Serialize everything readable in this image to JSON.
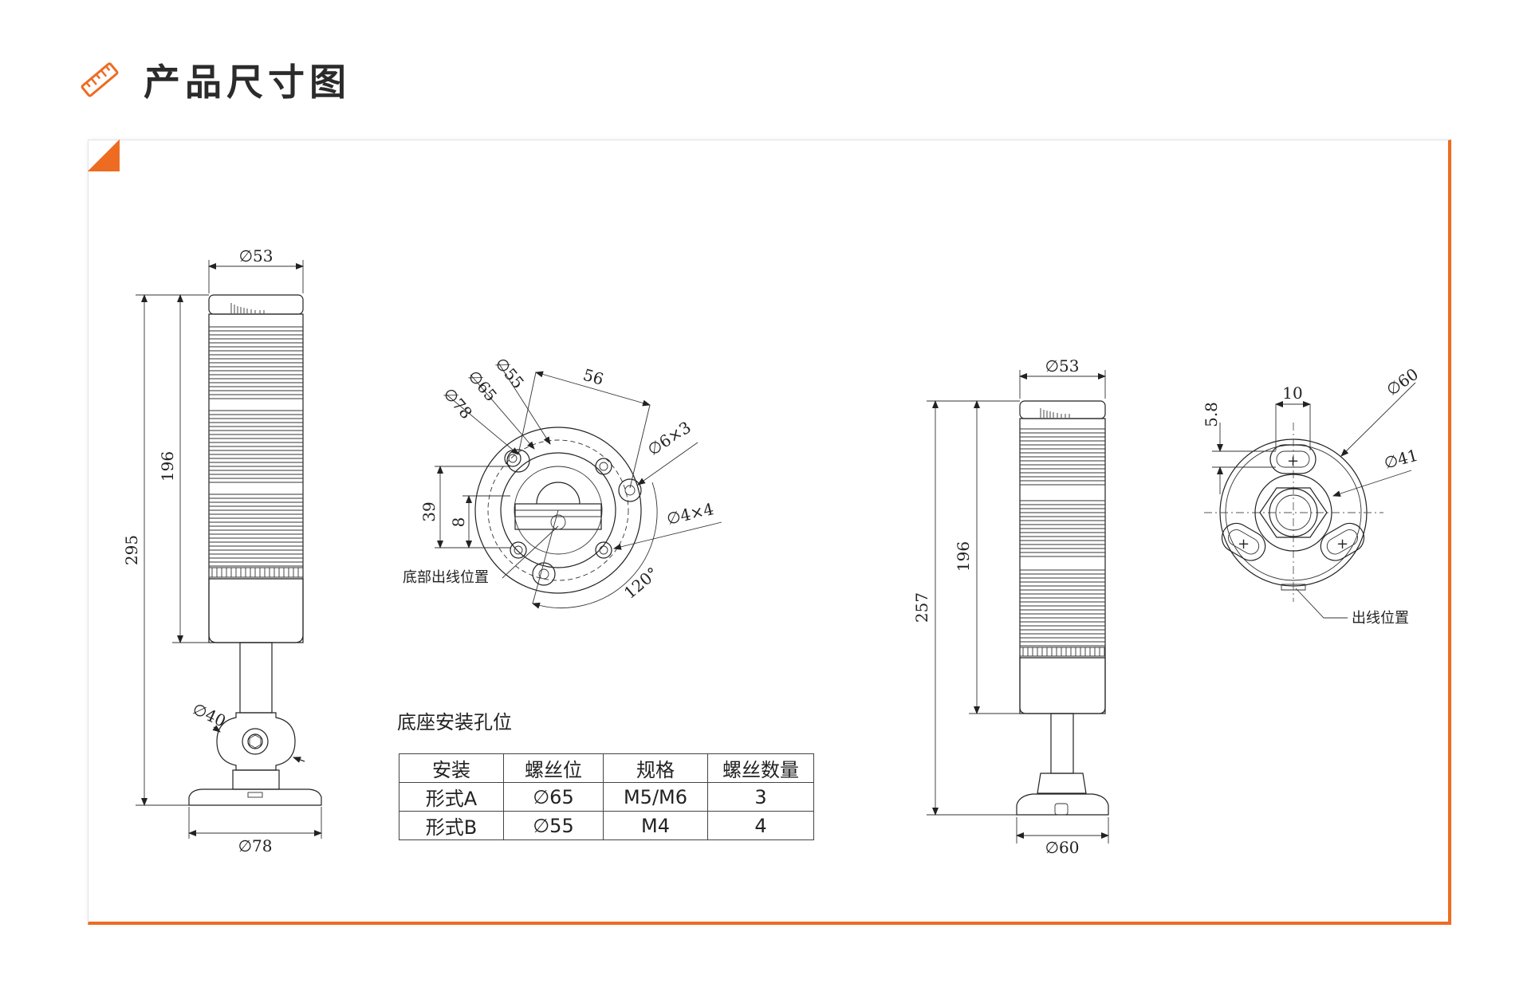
{
  "header": {
    "title": "产品尺寸图",
    "accent_color": "#ee6c22",
    "icon": "ruler-icon"
  },
  "drawing_left": {
    "dia_top": "∅53",
    "h_total": "295",
    "h_body": "196",
    "dia_pole": "∅40",
    "dia_base": "∅78"
  },
  "drawing_base": {
    "d55": "∅55",
    "d65": "∅65",
    "d78": "∅78",
    "d56": "56",
    "holes_6x3": "∅6×3",
    "holes_4x4": "∅4×4",
    "h39": "39",
    "h8": "8",
    "angle": "120°",
    "cable_exit": "底部出线位置"
  },
  "drawing_right": {
    "dia_top": "∅53",
    "h_total": "257",
    "h_body": "196",
    "dia_base": "∅60"
  },
  "drawing_right_base": {
    "d60": "∅60",
    "d41": "∅41",
    "w10": "10",
    "h58": "5.8",
    "cable_exit": "出线位置"
  },
  "table": {
    "caption": "底座安装孔位",
    "headers": [
      "安装",
      "螺丝位",
      "规格",
      "螺丝数量"
    ],
    "rows": [
      [
        "形式A",
        "∅65",
        "M5/M6",
        "3"
      ],
      [
        "形式B",
        "∅55",
        "M4",
        "4"
      ]
    ]
  }
}
